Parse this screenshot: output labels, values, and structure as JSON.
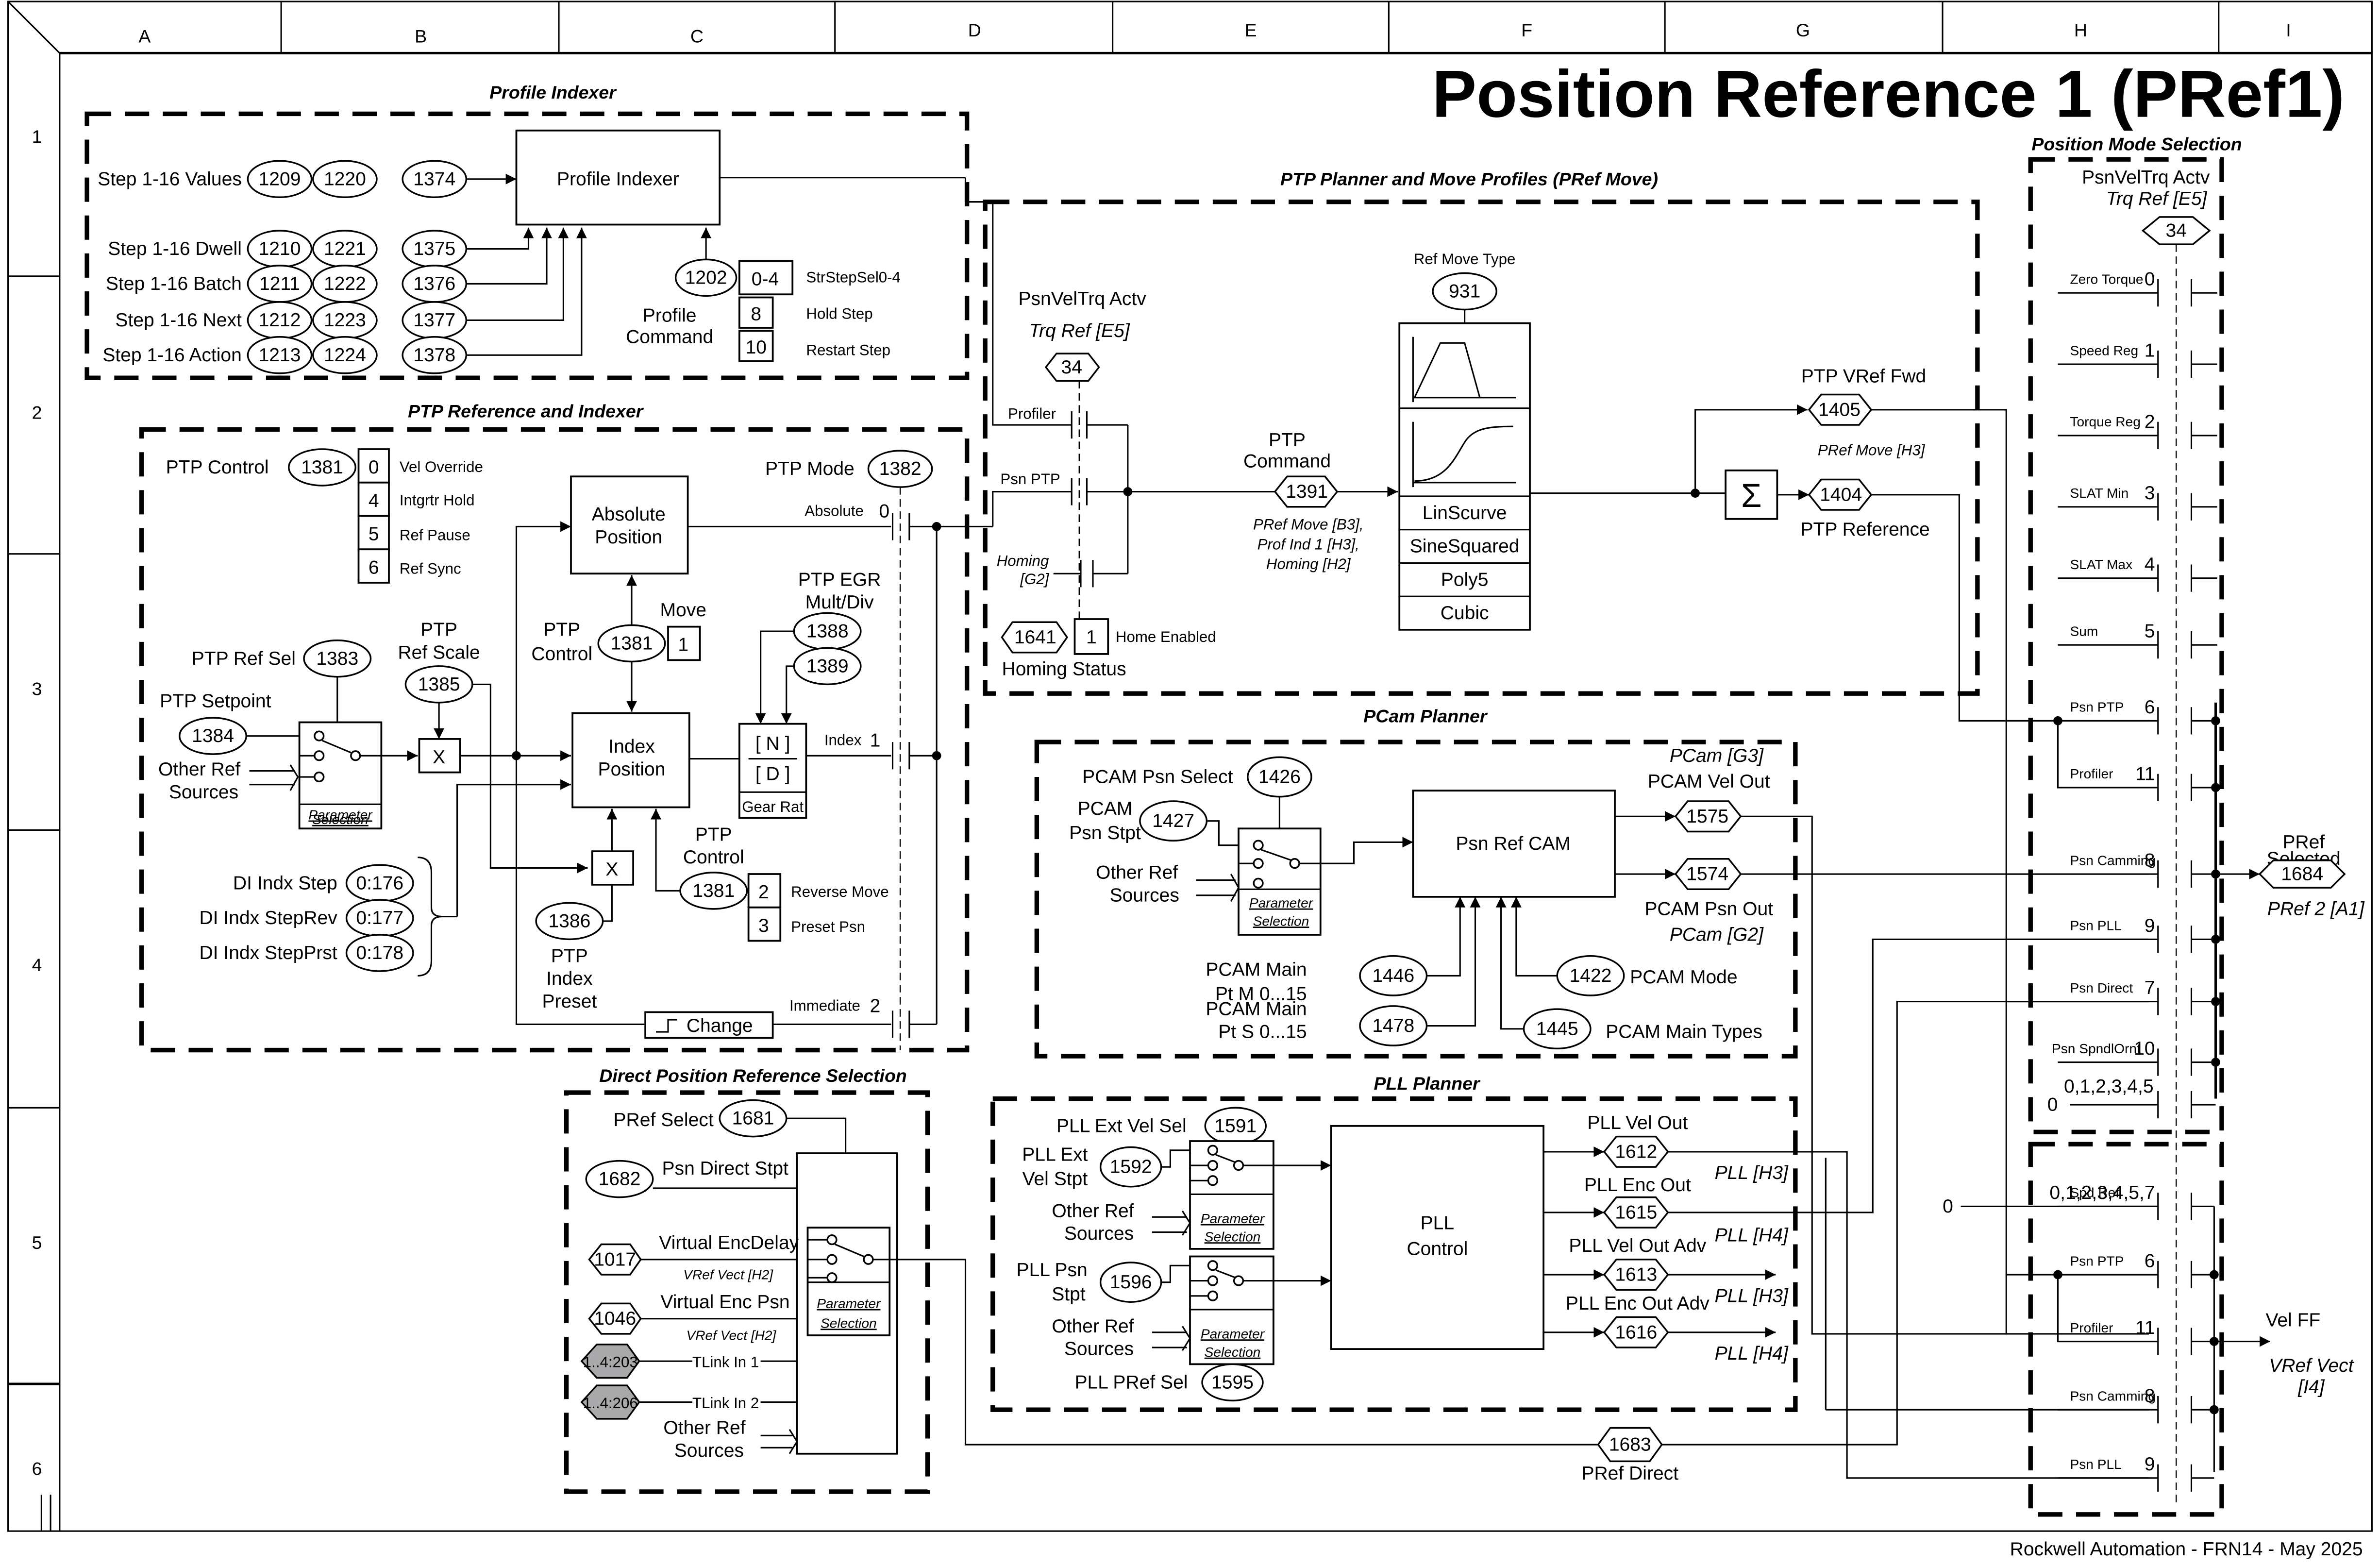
{
  "title": "Position Reference 1 (PRef1)",
  "footer": "Rockwell Automation - FRN14 - May 2025",
  "grid": {
    "columns": [
      "A",
      "B",
      "C",
      "D",
      "E",
      "F",
      "G",
      "H",
      "I"
    ],
    "rows": [
      "1",
      "2",
      "3",
      "4",
      "5",
      "6"
    ]
  },
  "profile_indexer": {
    "section_title": "Profile Indexer",
    "block_label": "Profile Indexer",
    "inputs": [
      {
        "label": "Step 1-16 Values",
        "params": [
          "1209",
          "1220",
          "1374"
        ]
      },
      {
        "label": "Step 1-16 Dwell",
        "params": [
          "1210",
          "1221",
          "1375"
        ]
      },
      {
        "label": "Step 1-16 Batch",
        "params": [
          "1211",
          "1222",
          "1376"
        ]
      },
      {
        "label": "Step 1-16 Next",
        "params": [
          "1212",
          "1223",
          "1377"
        ]
      },
      {
        "label": "Step 1-16 Action",
        "params": [
          "1213",
          "1224",
          "1378"
        ]
      }
    ],
    "command": {
      "param": "1202",
      "label_line1": "Profile",
      "label_line2": "Command",
      "bits": [
        {
          "bit": "0-4",
          "desc": "StrStepSel0-4"
        },
        {
          "bit": "8",
          "desc": "Hold Step"
        },
        {
          "bit": "10",
          "desc": "Restart Step"
        }
      ]
    }
  },
  "ptp_ref": {
    "section_title": "PTP Reference and Indexer",
    "ptp_control_label": "PTP Control",
    "ptp_control_param": "1381",
    "ptp_control_bits": [
      {
        "bit": "0",
        "desc": "Vel Override"
      },
      {
        "bit": "4",
        "desc": "Intgrtr Hold"
      },
      {
        "bit": "5",
        "desc": "Ref Pause"
      },
      {
        "bit": "6",
        "desc": "Ref Sync"
      }
    ],
    "ptp_mode_label": "PTP Mode",
    "ptp_mode_param": "1382",
    "ref_sel_label": "PTP Ref Sel",
    "ref_sel_param": "1383",
    "setpoint_label": "PTP Setpoint",
    "setpoint_param": "1384",
    "other_ref_line1": "Other Ref",
    "other_ref_line2": "Sources",
    "param_sel_line1": "Parameter",
    "param_sel_line2": "Selection",
    "ref_scale_line1": "PTP",
    "ref_scale_line2": "Ref Scale",
    "ref_scale_param": "1385",
    "mult_symbol": "X",
    "abs_pos_line1": "Absolute",
    "abs_pos_line2": "Position",
    "index_pos_line1": "Index",
    "index_pos_line2": "Position",
    "move_ctrl_line1": "PTP",
    "move_ctrl_line2": "Control",
    "move_ctrl_param": "1381",
    "move_label": "Move",
    "move_bit": "1",
    "egr_line1": "PTP EGR",
    "egr_line2": "Mult/Div",
    "egr_params": [
      "1388",
      "1389"
    ],
    "gear_n": "[ N ]",
    "gear_d": "[ D ]",
    "gear_label": "Gear Rat",
    "di_inputs": [
      {
        "label": "DI Indx Step",
        "param": "0:176"
      },
      {
        "label": "DI Indx StepRev",
        "param": "0:177"
      },
      {
        "label": "DI Indx StepPrst",
        "param": "0:178"
      }
    ],
    "preset_param": "1386",
    "preset_line1": "PTP",
    "preset_line2": "Index",
    "preset_line3": "Preset",
    "ctrl2_line1": "PTP",
    "ctrl2_line2": "Control",
    "ctrl2_param": "1381",
    "ctrl2_bits": [
      {
        "bit": "2",
        "desc": "Reverse Move"
      },
      {
        "bit": "3",
        "desc": "Preset Psn"
      }
    ],
    "change_label": "Change",
    "modes": [
      {
        "label": "Absolute",
        "value": "0"
      },
      {
        "label": "Index",
        "value": "1"
      },
      {
        "label": "Immediate",
        "value": "2"
      }
    ]
  },
  "ptp_planner": {
    "section_title": "PTP Planner and Move Profiles (PRef Move)",
    "psnveltrq_label": "PsnVelTrq Actv",
    "psnveltrq_ref": "Trq Ref [E5]",
    "psnveltrq_param": "34",
    "contacts": [
      "Profiler",
      "Psn PTP"
    ],
    "homing_line1": "Homing",
    "homing_line2": "[G2]",
    "homing_status_param": "1641",
    "homing_bit": "1",
    "homing_bit_desc": "Home Enabled",
    "homing_status_label": "Homing Status",
    "ptp_cmd_line1": "PTP",
    "ptp_cmd_line2": "Command",
    "ptp_cmd_param": "1391",
    "ptp_cmd_refs": [
      "PRef Move [B3],",
      "Prof Ind 1 [H3],",
      "Homing [H2]"
    ],
    "ref_move_type_label": "Ref Move Type",
    "ref_move_type_param": "931",
    "move_types": [
      "LinScurve",
      "SineSquared",
      "Poly5",
      "Cubic"
    ],
    "sum_symbol": "Σ",
    "vref_fwd_label": "PTP VRef Fwd",
    "vref_fwd_param": "1405",
    "vref_fwd_ref": "PRef Move [H3]",
    "ptp_ref_param": "1404",
    "ptp_ref_label": "PTP Reference"
  },
  "pcam": {
    "section_title": "PCam Planner",
    "psn_select_label": "PCAM Psn Select",
    "psn_select_param": "1426",
    "psn_stpt_line1": "PCAM",
    "psn_stpt_line2": "Psn Stpt",
    "psn_stpt_param": "1427",
    "other_ref_line1": "Other Ref",
    "other_ref_line2": "Sources",
    "param_sel_line1": "Parameter",
    "param_sel_line2": "Selection",
    "block_label": "Psn Ref CAM",
    "vel_out_ref": "PCam [G3]",
    "vel_out_label": "PCAM Vel Out",
    "vel_out_param": "1575",
    "psn_out_param": "1574",
    "psn_out_label": "PCAM Psn Out",
    "psn_out_ref": "PCam [G2]",
    "main_m_line1": "PCAM Main",
    "main_m_line2": "Pt M 0...15",
    "main_m_param": "1446",
    "main_s_line1": "PCAM Main",
    "main_s_line2": "Pt S 0...15",
    "main_s_param": "1478",
    "mode_param": "1422",
    "mode_label": "PCAM Mode",
    "types_param": "1445",
    "types_label": "PCAM Main Types"
  },
  "pll": {
    "section_title": "PLL Planner",
    "ext_vel_sel_label": "PLL Ext Vel Sel",
    "ext_vel_sel_param": "1591",
    "ext_vel_stpt_line1": "PLL Ext",
    "ext_vel_stpt_line2": "Vel Stpt",
    "ext_vel_stpt_param": "1592",
    "psn_stpt_line1": "PLL Psn",
    "psn_stpt_line2": "Stpt",
    "psn_stpt_param": "1596",
    "other_ref_line1": "Other Ref",
    "other_ref_line2": "Sources",
    "param_sel_line1": "Parameter",
    "param_sel_line2": "Selection",
    "pref_sel_label": "PLL PRef Sel",
    "pref_sel_param": "1595",
    "block_line1": "PLL",
    "block_line2": "Control",
    "outputs": [
      {
        "label": "PLL Vel Out",
        "param": "1612",
        "ref": "PLL [H3]"
      },
      {
        "label": "PLL Enc Out",
        "param": "1615",
        "ref": "PLL [H4]"
      },
      {
        "label": "PLL Vel Out Adv",
        "param": "1613",
        "ref": "PLL [H3]"
      },
      {
        "label": "PLL Enc Out Adv",
        "param": "1616",
        "ref": "PLL [H4]"
      }
    ],
    "pref_direct_param": "1683",
    "pref_direct_label": "PRef Direct"
  },
  "direct": {
    "section_title": "Direct Position Reference Selection",
    "pref_select_label": "PRef Select",
    "pref_select_param": "1681",
    "psn_direct_param": "1682",
    "psn_direct_label": "Psn Direct Stpt",
    "venc_delay_param": "1017",
    "venc_delay_label": "Virtual EncDelay",
    "venc_delay_ref": "VRef Vect [H2]",
    "venc_psn_param": "1046",
    "venc_psn_label": "Virtual Enc Psn",
    "venc_psn_ref": "VRef Vect [H2]",
    "tlink1_param": "1..4:203",
    "tlink1_label": "TLink In 1",
    "tlink2_param": "1..4:206",
    "tlink2_label": "TLink In 2",
    "other_ref_line1": "Other Ref",
    "other_ref_line2": "Sources",
    "param_sel_line1": "Parameter",
    "param_sel_line2": "Selection"
  },
  "mode_selection": {
    "section_title": "Position Mode Selection",
    "psnveltrq_label": "PsnVelTrq Actv",
    "psnveltrq_ref": "Trq Ref [E5]",
    "psnveltrq_param": "34",
    "pref_rows": [
      {
        "label": "Zero Torque",
        "value": "0"
      },
      {
        "label": "Speed Reg",
        "value": "1"
      },
      {
        "label": "Torque Reg",
        "value": "2"
      },
      {
        "label": "SLAT Min",
        "value": "3"
      },
      {
        "label": "SLAT Max",
        "value": "4"
      },
      {
        "label": "Sum",
        "value": "5"
      },
      {
        "label": "Psn PTP",
        "value": "6"
      },
      {
        "label": "Profiler",
        "value": "11"
      },
      {
        "label": "Psn Camming",
        "value": "8"
      },
      {
        "label": "Psn PLL",
        "value": "9"
      },
      {
        "label": "Psn Direct",
        "value": "7"
      },
      {
        "label": "Psn SpndlOrnt",
        "value": "10"
      },
      {
        "label": "0,1,2,3,4,5",
        "value": "0"
      }
    ],
    "pref_selected_line1": "PRef",
    "pref_selected_line2": "Selected",
    "pref_selected_param": "1684",
    "pref_selected_ref": "PRef 2 [A1]",
    "velff_rows": [
      {
        "label": "Spd Ref",
        "value": "0,1,2,3,4,5,7"
      },
      {
        "label": "Psn PTP",
        "value": "6"
      },
      {
        "label": "Profiler",
        "value": "11"
      },
      {
        "label": "Psn Camming",
        "value": "8"
      },
      {
        "label": "Psn PLL",
        "value": "9"
      }
    ],
    "zero_input": "0",
    "vel_ff_label": "Vel FF",
    "vel_ff_ref_line1": "VRef Vect",
    "vel_ff_ref_line2": "[I4]"
  }
}
